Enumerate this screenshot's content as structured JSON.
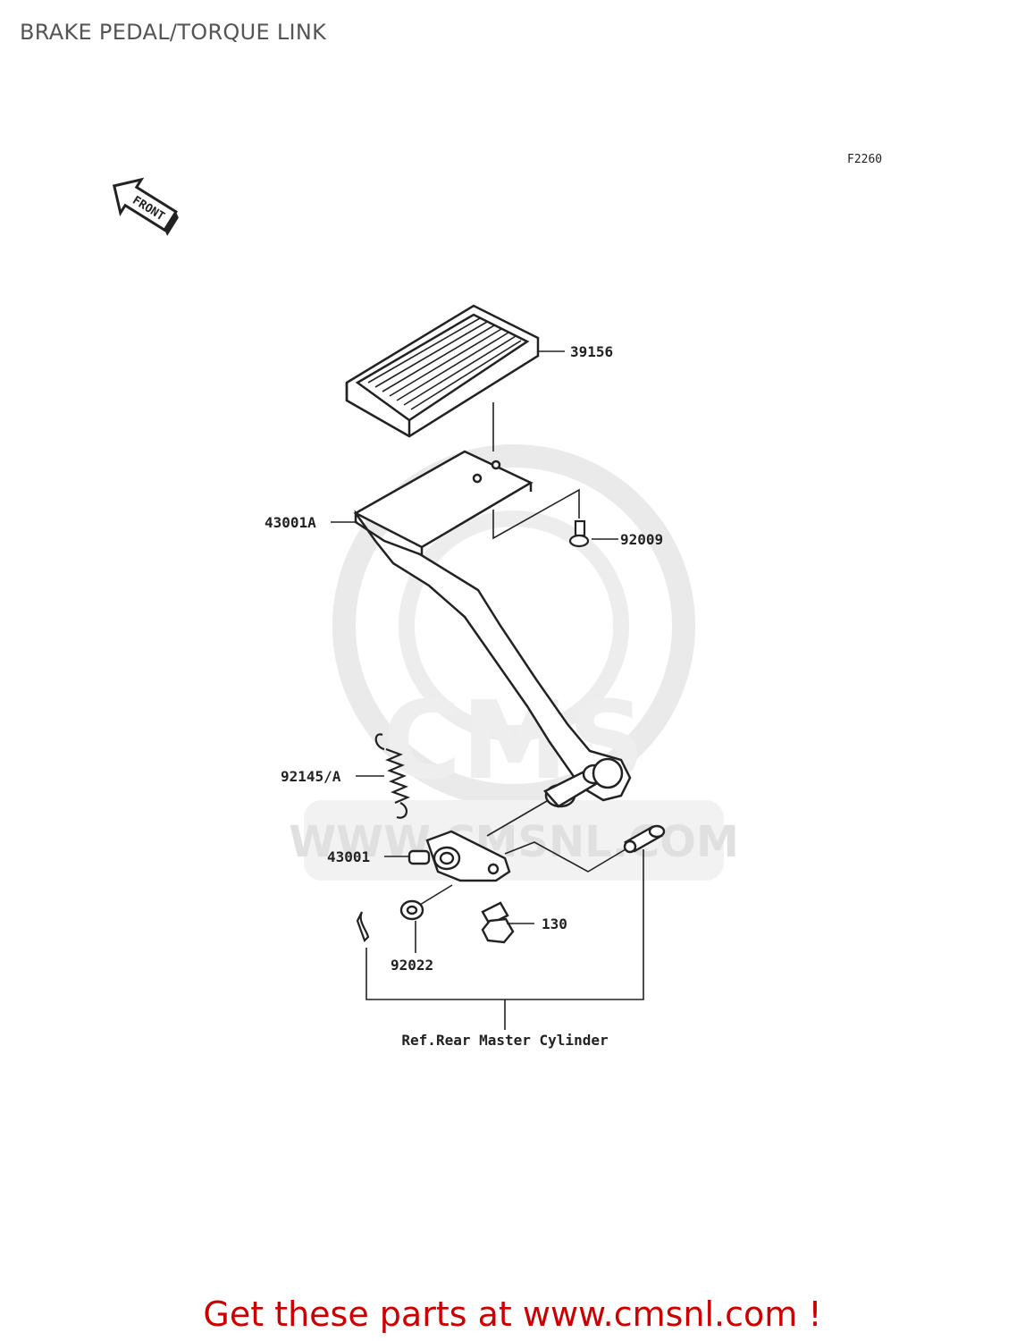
{
  "page": {
    "title": "BRAKE PEDAL/TORQUE LINK",
    "diagram_code": "F2260"
  },
  "front_marker": {
    "label": "FRONT",
    "icon": "front-arrow-icon"
  },
  "watermark": {
    "text": "CMS",
    "url": "WWW.CMSNL.COM"
  },
  "parts": [
    {
      "id": "p39156",
      "number": "39156"
    },
    {
      "id": "p43001a",
      "number": "43001A"
    },
    {
      "id": "p92009",
      "number": "92009"
    },
    {
      "id": "p92145a",
      "number": "92145/A"
    },
    {
      "id": "p43001",
      "number": "43001"
    },
    {
      "id": "p130",
      "number": "130"
    },
    {
      "id": "p92022",
      "number": "92022"
    }
  ],
  "reference_note": "Ref.Rear Master Cylinder",
  "cta": {
    "text": "Get these parts at www.cmsnl.com !"
  },
  "colors": {
    "line": "#222222",
    "cta": "#cc0000",
    "watermark": "#e6e6e6"
  }
}
